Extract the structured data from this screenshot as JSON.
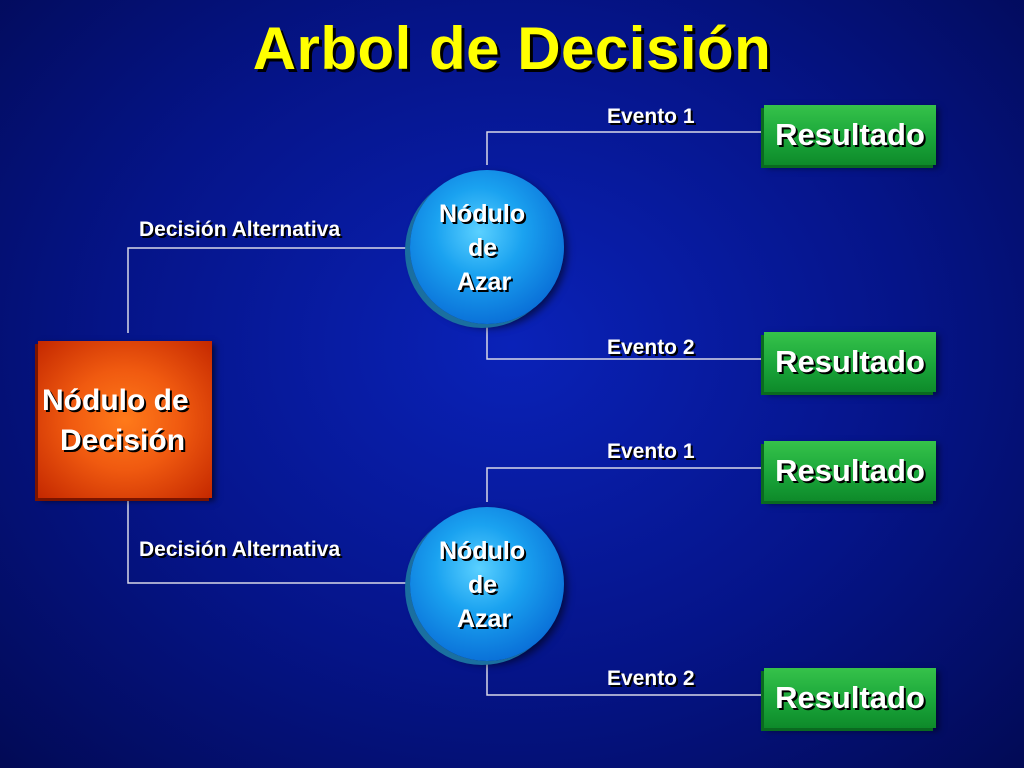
{
  "title": "Arbol de Decisión",
  "decision_node": {
    "line1": "Nódulo de",
    "line2": "Decisión"
  },
  "alternatives": [
    {
      "label": "Decisión Alternativa"
    },
    {
      "label": "Decisión Alternativa"
    }
  ],
  "chance_nodes": [
    {
      "line1": "Nódulo",
      "line2": "de",
      "line3": "Azar"
    },
    {
      "line1": "Nódulo",
      "line2": "de",
      "line3": "Azar"
    }
  ],
  "events": [
    {
      "label": "Evento 1"
    },
    {
      "label": "Evento 2"
    },
    {
      "label": "Evento 1"
    },
    {
      "label": "Evento 2"
    }
  ],
  "results": [
    {
      "label": "Resultado"
    },
    {
      "label": "Resultado"
    },
    {
      "label": "Resultado"
    },
    {
      "label": "Resultado"
    }
  ],
  "colors": {
    "background": "#051488",
    "title": "#ffff00",
    "decision_node": "#f05a10",
    "chance_node": "#1aa2f0",
    "result_node": "#1aa63a",
    "connector": "#d8d8e8"
  }
}
